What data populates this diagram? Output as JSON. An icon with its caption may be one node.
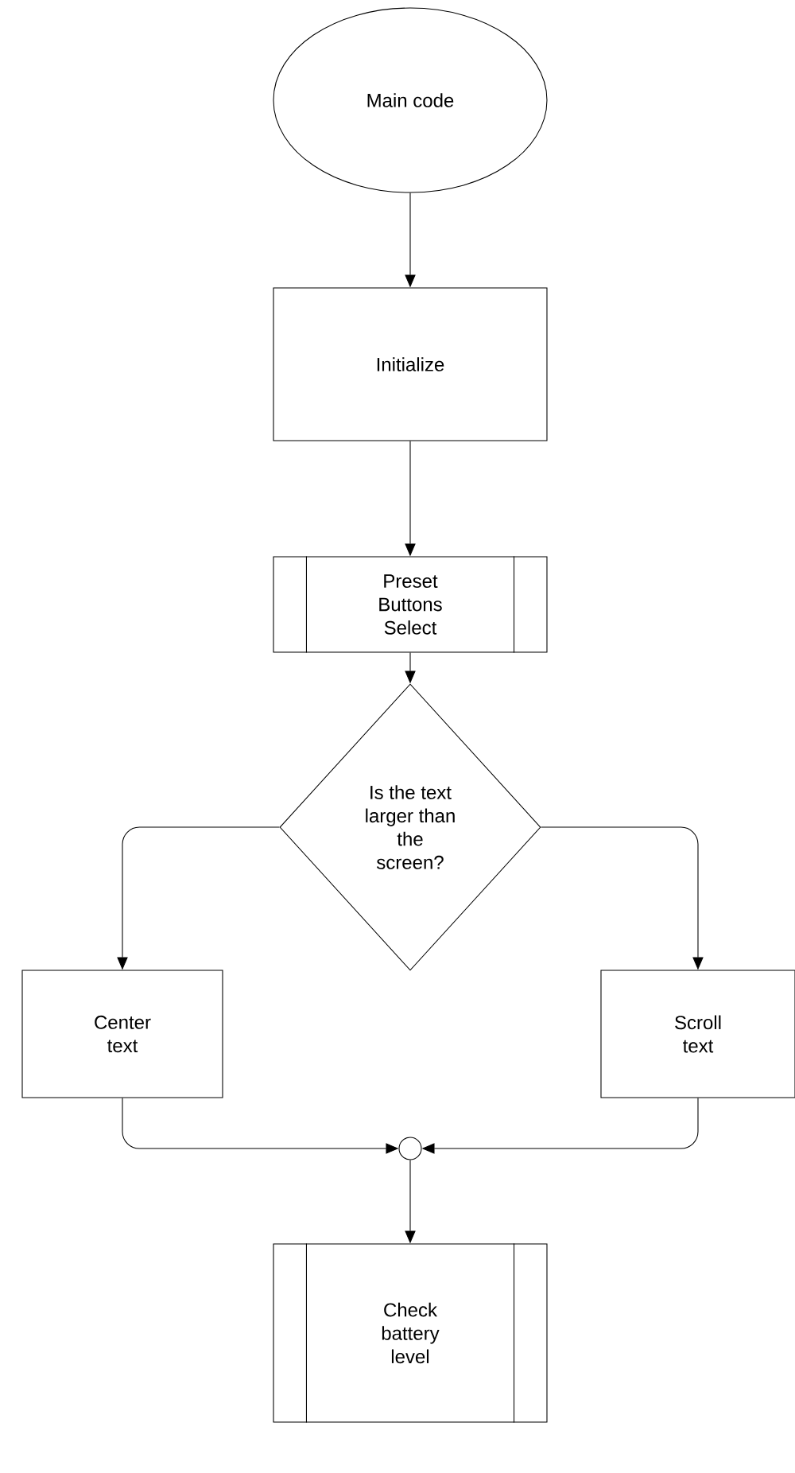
{
  "diagram": {
    "nodes": [
      {
        "text": [
          "Main code"
        ]
      },
      {
        "text": [
          "Initialize"
        ]
      },
      {
        "text": [
          "Preset Buttons Select"
        ]
      },
      {
        "text": [
          "Is the text larger than the screen?"
        ]
      },
      {
        "text": [
          "Center text"
        ]
      },
      {
        "text": [
          "Scroll text"
        ]
      },
      {
        "text": [],
        "shape": "circle"
      },
      {
        "text": [
          "Check battery level"
        ]
      }
    ],
    "edges": [
      {
        "from": 0,
        "to": 1,
        "arrow": "to"
      },
      {
        "from": 1,
        "to": 2,
        "arrow": "to"
      },
      {
        "from": 2,
        "to": 3,
        "arrow": "to"
      },
      {
        "from": 3,
        "to": 4,
        "arrow": "to"
      },
      {
        "from": 3,
        "to": 5,
        "arrow": "to"
      },
      {
        "from": 4,
        "to": 6,
        "arrow": "to"
      },
      {
        "from": 5,
        "to": 6,
        "arrow": "to"
      },
      {
        "from": 6,
        "to": 7,
        "arrow": "to"
      }
    ]
  }
}
